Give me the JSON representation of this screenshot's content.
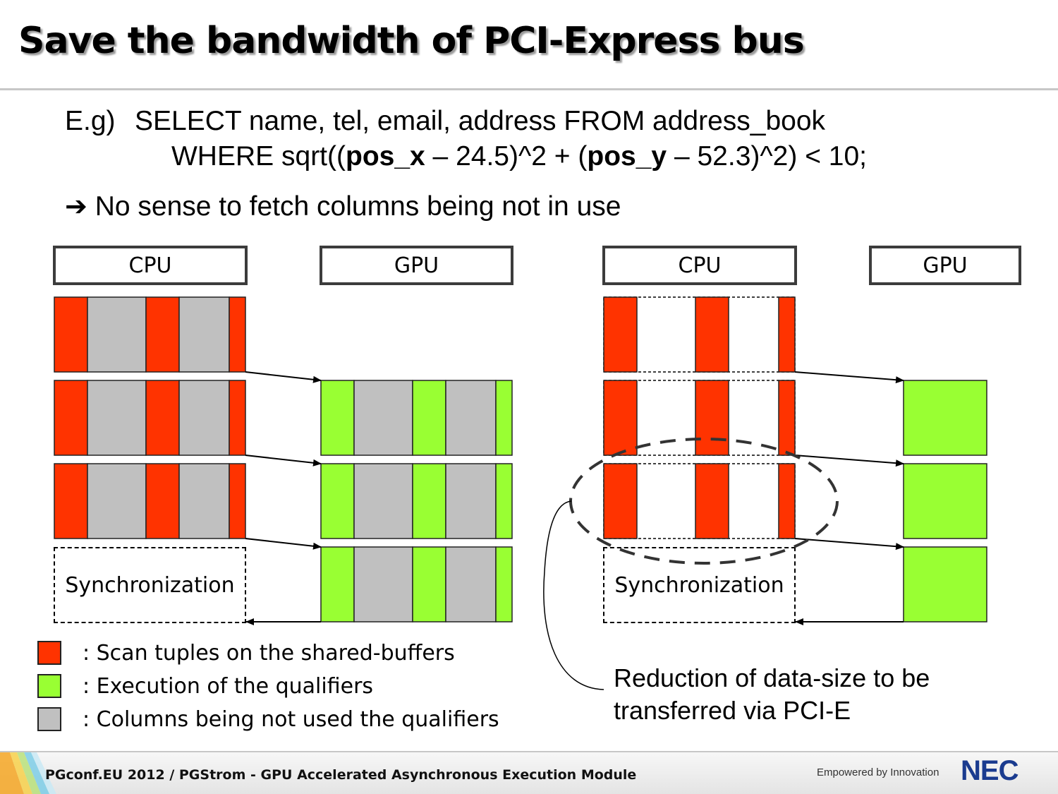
{
  "slide": {
    "title": "Save the bandwidth of PCI-Express bus",
    "sql": {
      "prefix": "E.g)",
      "line1": "SELECT name, tel, email, address FROM address_book",
      "line2_a": "WHERE sqrt((",
      "line2_b": "pos_x",
      "line2_c": " – 24.5)^2 + (",
      "line2_d": "pos_y",
      "line2_e": " – 52.3)^2) < 10;"
    },
    "arrow_note": "No sense to fetch columns being not in use"
  },
  "diagram_left": {
    "cpu_label": "CPU",
    "gpu_label": "GPU",
    "sync_label": "Synchronization"
  },
  "diagram_right": {
    "cpu_label": "CPU",
    "gpu_label": "GPU",
    "sync_label": "Synchronization"
  },
  "legend": [
    {
      "text": ": Scan tuples on the shared-buffers",
      "color": "#ff3300"
    },
    {
      "text": ": Execution of the qualifiers",
      "color": "#99ff33"
    },
    {
      "text": ": Columns being not used the qualifiers",
      "color": "#c0c0c0"
    }
  ],
  "callout": {
    "line1": "Reduction of data-size to be",
    "line2": "transferred via PCI-E"
  },
  "footer": {
    "text": "PGconf.EU 2012 / PGStrom - GPU Accelerated Asynchronous Execution Module",
    "slogan": "Empowered by Innovation",
    "brand": "NEC"
  },
  "colors": {
    "scan": "#ff3300",
    "exec": "#99ff33",
    "unused": "#c0c0c0"
  }
}
